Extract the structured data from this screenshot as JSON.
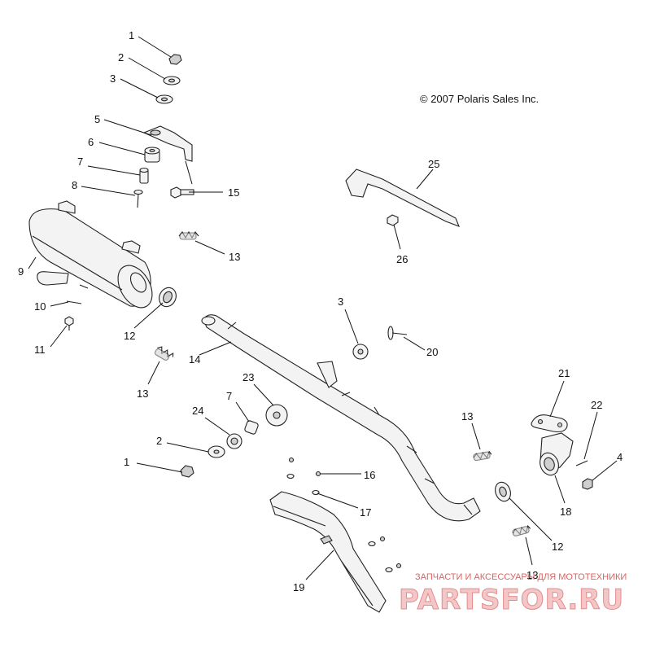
{
  "copyright": "© 2007 Polaris Sales Inc.",
  "watermark": {
    "tagline": "ЗАПЧАСТИ И АКСЕССУАРЫ ДЛЯ МОТОТЕХНИКИ",
    "logo_text": "PARTSFOR.RU"
  },
  "callouts": [
    {
      "id": "c1a",
      "label": "1"
    },
    {
      "id": "c2a",
      "label": "2"
    },
    {
      "id": "c3a",
      "label": "3"
    },
    {
      "id": "c5",
      "label": "5"
    },
    {
      "id": "c6",
      "label": "6"
    },
    {
      "id": "c7a",
      "label": "7"
    },
    {
      "id": "c8",
      "label": "8"
    },
    {
      "id": "c15",
      "label": "15"
    },
    {
      "id": "c13a",
      "label": "13"
    },
    {
      "id": "c9",
      "label": "9"
    },
    {
      "id": "c10",
      "label": "10"
    },
    {
      "id": "c11",
      "label": "11"
    },
    {
      "id": "c12a",
      "label": "12"
    },
    {
      "id": "c14",
      "label": "14"
    },
    {
      "id": "c13b",
      "label": "13"
    },
    {
      "id": "c25",
      "label": "25"
    },
    {
      "id": "c26",
      "label": "26"
    },
    {
      "id": "c3b",
      "label": "3"
    },
    {
      "id": "c20",
      "label": "20"
    },
    {
      "id": "c23",
      "label": "23"
    },
    {
      "id": "c24",
      "label": "24"
    },
    {
      "id": "c7b",
      "label": "7"
    },
    {
      "id": "c2b",
      "label": "2"
    },
    {
      "id": "c1b",
      "label": "1"
    },
    {
      "id": "c16",
      "label": "16"
    },
    {
      "id": "c17",
      "label": "17"
    },
    {
      "id": "c19",
      "label": "19"
    },
    {
      "id": "c13c",
      "label": "13"
    },
    {
      "id": "c21",
      "label": "21"
    },
    {
      "id": "c22",
      "label": "22"
    },
    {
      "id": "c4",
      "label": "4"
    },
    {
      "id": "c18",
      "label": "18"
    },
    {
      "id": "c12b",
      "label": "12"
    },
    {
      "id": "c13d",
      "label": "13"
    }
  ]
}
